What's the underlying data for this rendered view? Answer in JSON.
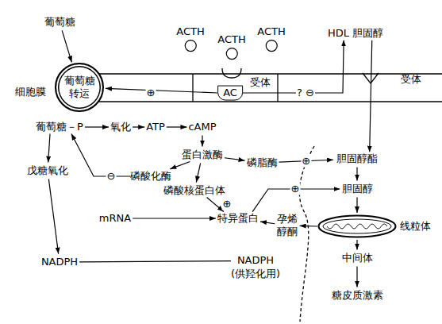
{
  "diagram": {
    "nodes": [
      {
        "text": [
          "ACTH"
        ]
      },
      {
        "text": [
          "ACTH"
        ]
      },
      {
        "text": [
          "ACTH"
        ]
      },
      {
        "text": [
          "葡萄糖"
        ]
      },
      {
        "text": [
          "葡萄糖转运"
        ]
      },
      {
        "text": [
          "AC"
        ]
      },
      {
        "text": [
          "HDL 胆固醇"
        ]
      },
      {
        "text": [
          "葡萄糖－P"
        ]
      },
      {
        "text": [
          "氧化"
        ]
      },
      {
        "text": [
          "ATP"
        ]
      },
      {
        "text": [
          "cAMP"
        ]
      },
      {
        "text": [
          "蛋白激酶"
        ]
      },
      {
        "text": [
          "磷酸化酶"
        ]
      },
      {
        "text": [
          "磷脂酶"
        ]
      },
      {
        "text": [
          "磷酸核蛋白体"
        ]
      },
      {
        "text": [
          "mRNA"
        ]
      },
      {
        "text": [
          "特异蛋白"
        ]
      },
      {
        "text": [
          "胆固醇酯"
        ]
      },
      {
        "text": [
          "胆固醇"
        ]
      },
      {
        "text": [
          "孕烯醇酮"
        ]
      },
      {
        "text": [
          "线粒体"
        ]
      },
      {
        "text": [
          "中间体"
        ]
      },
      {
        "text": [
          "糖皮质激素"
        ]
      },
      {
        "text": [
          "戊糖氧化"
        ]
      },
      {
        "text": [
          "NADPH"
        ]
      },
      {
        "text": [
          "NADPH",
          "(供羟化用)"
        ]
      }
    ],
    "edges": [
      {
        "from": 3,
        "to": 4,
        "arrow": "to"
      },
      {
        "from": 5,
        "to": 4,
        "label": "⊕",
        "arrow": "to"
      },
      {
        "from": 5,
        "to": 6,
        "label": "? ⊖",
        "arrow": "to"
      },
      {
        "from": 7,
        "to": 8,
        "arrow": "to"
      },
      {
        "from": 8,
        "to": 9,
        "arrow": "to"
      },
      {
        "from": 9,
        "to": 10,
        "arrow": "to"
      },
      {
        "from": 10,
        "to": 11,
        "arrow": "to"
      },
      {
        "from": 11,
        "to": 12,
        "arrow": "to"
      },
      {
        "from": 11,
        "to": 13,
        "arrow": "to"
      },
      {
        "from": 11,
        "to": 14,
        "arrow": "to"
      },
      {
        "from": 12,
        "to": 7,
        "label": "⊖",
        "arrow": "to"
      },
      {
        "from": 7,
        "to": 23,
        "arrow": "to"
      },
      {
        "from": 23,
        "to": 24,
        "arrow": "to"
      },
      {
        "from": 24,
        "to": 25,
        "arrow": "none"
      },
      {
        "from": 15,
        "to": 16,
        "arrow": "to"
      },
      {
        "from": 14,
        "to": 16,
        "label": "⊕",
        "arrow": "to"
      },
      {
        "from": 6,
        "to": 17,
        "arrow": "to"
      },
      {
        "from": 13,
        "to": 17,
        "label": "⊕",
        "arrow": "to"
      },
      {
        "from": 17,
        "to": 18,
        "arrow": "to"
      },
      {
        "from": 16,
        "to": 18,
        "label": "⊕",
        "arrow": "to"
      },
      {
        "from": 18,
        "to": 20,
        "arrow": "to"
      },
      {
        "from": 20,
        "to": 19,
        "arrow": "to"
      },
      {
        "from": 19,
        "to": 16,
        "arrow": "to"
      },
      {
        "from": 20,
        "to": 21,
        "arrow": "to"
      },
      {
        "from": 21,
        "to": 22,
        "arrow": "to"
      }
    ],
    "labels": [
      "细胞膜",
      "受体",
      "受体"
    ]
  }
}
